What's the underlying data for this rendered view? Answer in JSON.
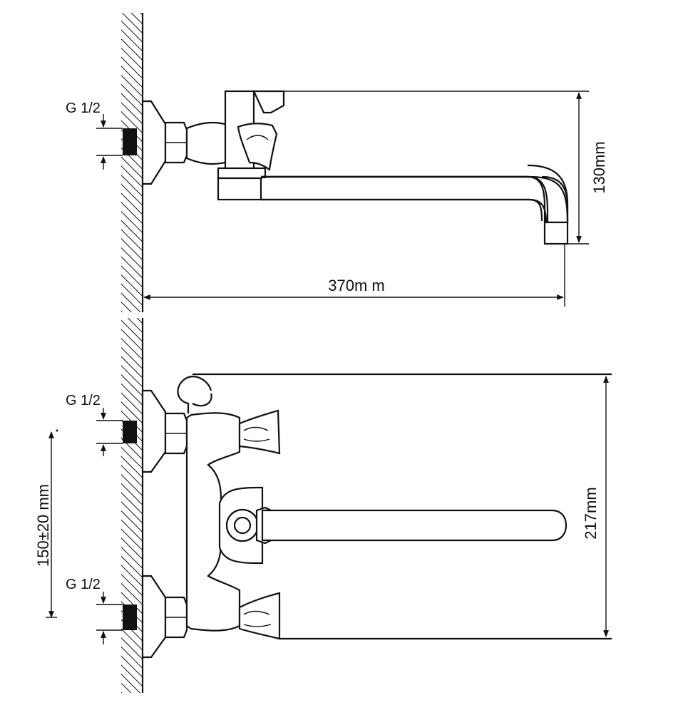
{
  "labels": {
    "thread_top": "G 1/2",
    "thread_mid": "G 1/2",
    "thread_bottom": "G 1/2",
    "height_top": "130mm",
    "length_top": "370m m",
    "height_bottom": "217mm",
    "spacing": "150±20 mm"
  }
}
